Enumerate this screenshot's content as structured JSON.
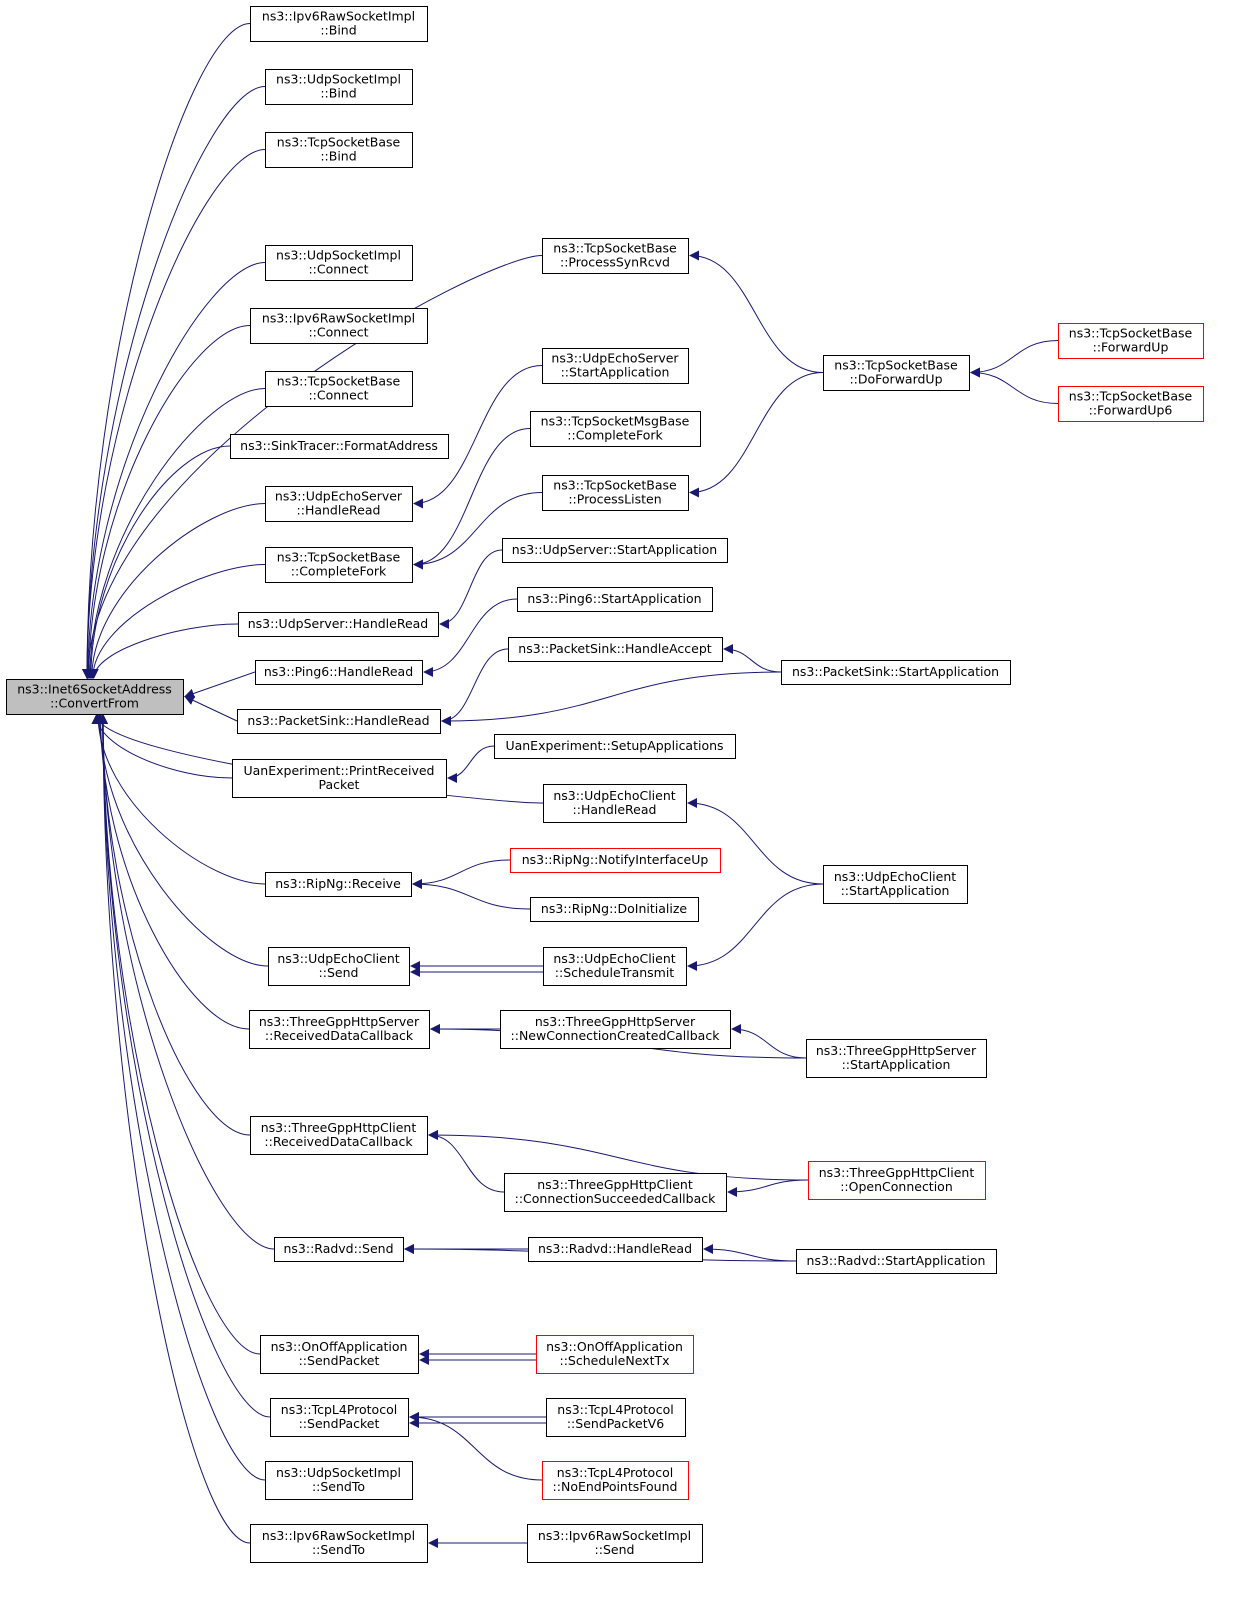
{
  "nodes": [
    {
      "id": "root",
      "lines": [
        "ns3::Inet6SocketAddress",
        "::ConvertFrom"
      ],
      "color": "root"
    },
    {
      "id": "ipv6raw_bind",
      "lines": [
        "ns3::Ipv6RawSocketImpl",
        "::Bind"
      ],
      "color": "black"
    },
    {
      "id": "udpsock_bind",
      "lines": [
        "ns3::UdpSocketImpl",
        "::Bind"
      ],
      "color": "black"
    },
    {
      "id": "tcpsb_bind",
      "lines": [
        "ns3::TcpSocketBase",
        "::Bind"
      ],
      "color": "black"
    },
    {
      "id": "tcpsb_processsynrcvd",
      "lines": [
        "ns3::TcpSocketBase",
        "::ProcessSynRcvd"
      ],
      "color": "black"
    },
    {
      "id": "udpsock_connect",
      "lines": [
        "ns3::UdpSocketImpl",
        "::Connect"
      ],
      "color": "black"
    },
    {
      "id": "ipv6raw_connect",
      "lines": [
        "ns3::Ipv6RawSocketImpl",
        "::Connect"
      ],
      "color": "black"
    },
    {
      "id": "tcpsb_connect",
      "lines": [
        "ns3::TcpSocketBase",
        "::Connect"
      ],
      "color": "black"
    },
    {
      "id": "sinktracer",
      "lines": [
        "ns3::SinkTracer::FormatAddress"
      ],
      "color": "black"
    },
    {
      "id": "udpechoserver_handleread",
      "lines": [
        "ns3::UdpEchoServer",
        "::HandleRead"
      ],
      "color": "black"
    },
    {
      "id": "udpechoserver_start",
      "lines": [
        "ns3::UdpEchoServer",
        "::StartApplication"
      ],
      "color": "black"
    },
    {
      "id": "tcpsb_doforwardup",
      "lines": [
        "ns3::TcpSocketBase",
        "::DoForwardUp"
      ],
      "color": "black"
    },
    {
      "id": "tcpsb_forwardup",
      "lines": [
        "ns3::TcpSocketBase",
        "::ForwardUp"
      ],
      "color": "red"
    },
    {
      "id": "tcpsb_forwardup6",
      "lines": [
        "ns3::TcpSocketBase",
        "::ForwardUp6"
      ],
      "color": "red"
    },
    {
      "id": "tcpsmb_completefork",
      "lines": [
        "ns3::TcpSocketMsgBase",
        "::CompleteFork"
      ],
      "color": "black"
    },
    {
      "id": "tcpsb_completefork",
      "lines": [
        "ns3::TcpSocketBase",
        "::CompleteFork"
      ],
      "color": "black"
    },
    {
      "id": "tcpsb_processlisten",
      "lines": [
        "ns3::TcpSocketBase",
        "::ProcessListen"
      ],
      "color": "black"
    },
    {
      "id": "udpserver_start",
      "lines": [
        "ns3::UdpServer::StartApplication"
      ],
      "color": "black"
    },
    {
      "id": "udpserver_handleread",
      "lines": [
        "ns3::UdpServer::HandleRead"
      ],
      "color": "black"
    },
    {
      "id": "ping6_start",
      "lines": [
        "ns3::Ping6::StartApplication"
      ],
      "color": "black"
    },
    {
      "id": "ping6_handleread",
      "lines": [
        "ns3::Ping6::HandleRead"
      ],
      "color": "black"
    },
    {
      "id": "packetsink_handleaccept",
      "lines": [
        "ns3::PacketSink::HandleAccept"
      ],
      "color": "black"
    },
    {
      "id": "packetsink_start",
      "lines": [
        "ns3::PacketSink::StartApplication"
      ],
      "color": "black"
    },
    {
      "id": "packetsink_handleread",
      "lines": [
        "ns3::PacketSink::HandleRead"
      ],
      "color": "black"
    },
    {
      "id": "uan_setup",
      "lines": [
        "UanExperiment::SetupApplications"
      ],
      "color": "black"
    },
    {
      "id": "uan_print",
      "lines": [
        "UanExperiment::PrintReceived",
        "Packet"
      ],
      "color": "black"
    },
    {
      "id": "udpechoclient_handleread",
      "lines": [
        "ns3::UdpEchoClient",
        "::HandleRead"
      ],
      "color": "black"
    },
    {
      "id": "udpechoclient_start",
      "lines": [
        "ns3::UdpEchoClient",
        "::StartApplication"
      ],
      "color": "black"
    },
    {
      "id": "ripng_notify",
      "lines": [
        "ns3::RipNg::NotifyInterfaceUp"
      ],
      "color": "red"
    },
    {
      "id": "ripng_receive",
      "lines": [
        "ns3::RipNg::Receive"
      ],
      "color": "black"
    },
    {
      "id": "ripng_doinit",
      "lines": [
        "ns3::RipNg::DoInitialize"
      ],
      "color": "black"
    },
    {
      "id": "udpechoclient_send",
      "lines": [
        "ns3::UdpEchoClient",
        "::Send"
      ],
      "color": "black"
    },
    {
      "id": "udpechoclient_schedule",
      "lines": [
        "ns3::UdpEchoClient",
        "::ScheduleTransmit"
      ],
      "color": "black"
    },
    {
      "id": "http_server_rdc",
      "lines": [
        "ns3::ThreeGppHttpServer",
        "::ReceivedDataCallback"
      ],
      "color": "black"
    },
    {
      "id": "http_server_ncc",
      "lines": [
        "ns3::ThreeGppHttpServer",
        "::NewConnectionCreatedCallback"
      ],
      "color": "black"
    },
    {
      "id": "http_server_start",
      "lines": [
        "ns3::ThreeGppHttpServer",
        "::StartApplication"
      ],
      "color": "black"
    },
    {
      "id": "http_client_rdc",
      "lines": [
        "ns3::ThreeGppHttpClient",
        "::ReceivedDataCallback"
      ],
      "color": "black"
    },
    {
      "id": "http_client_open",
      "lines": [
        "ns3::ThreeGppHttpClient",
        "::OpenConnection"
      ],
      "color": "red"
    },
    {
      "id": "http_client_csc",
      "lines": [
        "ns3::ThreeGppHttpClient",
        "::ConnectionSucceededCallback"
      ],
      "color": "black"
    },
    {
      "id": "radvd_send",
      "lines": [
        "ns3::Radvd::Send"
      ],
      "color": "black"
    },
    {
      "id": "radvd_handleread",
      "lines": [
        "ns3::Radvd::HandleRead"
      ],
      "color": "black"
    },
    {
      "id": "radvd_start",
      "lines": [
        "ns3::Radvd::StartApplication"
      ],
      "color": "black"
    },
    {
      "id": "onoff_sendpacket",
      "lines": [
        "ns3::OnOffApplication",
        "::SendPacket"
      ],
      "color": "black"
    },
    {
      "id": "onoff_schedule",
      "lines": [
        "ns3::OnOffApplication",
        "::ScheduleNextTx"
      ],
      "color": "red"
    },
    {
      "id": "tcpl4_sendpacket",
      "lines": [
        "ns3::TcpL4Protocol",
        "::SendPacket"
      ],
      "color": "black"
    },
    {
      "id": "tcpl4_sendpacketv6",
      "lines": [
        "ns3::TcpL4Protocol",
        "::SendPacketV6"
      ],
      "color": "black"
    },
    {
      "id": "tcpl4_noendpoints",
      "lines": [
        "ns3::TcpL4Protocol",
        "::NoEndPointsFound"
      ],
      "color": "red"
    },
    {
      "id": "udpsock_sendto",
      "lines": [
        "ns3::UdpSocketImpl",
        "::SendTo"
      ],
      "color": "black"
    },
    {
      "id": "ipv6raw_sendto",
      "lines": [
        "ns3::Ipv6RawSocketImpl",
        "::SendTo"
      ],
      "color": "black"
    },
    {
      "id": "ipv6raw_send",
      "lines": [
        "ns3::Ipv6RawSocketImpl",
        "::Send"
      ],
      "color": "black"
    }
  ],
  "edges": [
    [
      "root",
      "ipv6raw_bind"
    ],
    [
      "root",
      "udpsock_bind"
    ],
    [
      "root",
      "tcpsb_bind"
    ],
    [
      "root",
      "tcpsb_processsynrcvd"
    ],
    [
      "root",
      "udpsock_connect"
    ],
    [
      "root",
      "ipv6raw_connect"
    ],
    [
      "root",
      "tcpsb_connect"
    ],
    [
      "root",
      "sinktracer"
    ],
    [
      "root",
      "udpechoserver_handleread"
    ],
    [
      "root",
      "tcpsb_completefork"
    ],
    [
      "root",
      "udpserver_handleread"
    ],
    [
      "root",
      "ping6_handleread"
    ],
    [
      "root",
      "packetsink_handleread"
    ],
    [
      "root",
      "uan_print"
    ],
    [
      "root",
      "udpechoclient_handleread"
    ],
    [
      "root",
      "ripng_receive"
    ],
    [
      "root",
      "udpechoclient_send"
    ],
    [
      "root",
      "http_server_rdc"
    ],
    [
      "root",
      "http_client_rdc"
    ],
    [
      "root",
      "radvd_send"
    ],
    [
      "root",
      "onoff_sendpacket"
    ],
    [
      "root",
      "tcpl4_sendpacket"
    ],
    [
      "root",
      "udpsock_sendto"
    ],
    [
      "root",
      "ipv6raw_sendto"
    ],
    [
      "tcpsb_processsynrcvd",
      "tcpsb_doforwardup"
    ],
    [
      "tcpsb_doforwardup",
      "tcpsb_forwardup"
    ],
    [
      "tcpsb_doforwardup",
      "tcpsb_forwardup6"
    ],
    [
      "udpechoserver_handleread",
      "udpechoserver_start"
    ],
    [
      "tcpsb_completefork",
      "tcpsmb_completefork"
    ],
    [
      "tcpsb_completefork",
      "tcpsb_processlisten"
    ],
    [
      "tcpsb_processlisten",
      "tcpsb_doforwardup"
    ],
    [
      "udpserver_handleread",
      "udpserver_start"
    ],
    [
      "ping6_handleread",
      "ping6_start"
    ],
    [
      "packetsink_handleread",
      "packetsink_handleaccept"
    ],
    [
      "packetsink_handleread",
      "packetsink_start"
    ],
    [
      "packetsink_handleaccept",
      "packetsink_start"
    ],
    [
      "uan_print",
      "uan_setup"
    ],
    [
      "udpechoclient_handleread",
      "udpechoclient_start"
    ],
    [
      "ripng_receive",
      "ripng_notify"
    ],
    [
      "ripng_receive",
      "ripng_doinit"
    ],
    [
      "udpechoclient_send",
      "udpechoclient_schedule"
    ],
    [
      "udpechoclient_schedule",
      "udpechoclient_send"
    ],
    [
      "udpechoclient_schedule",
      "udpechoclient_start"
    ],
    [
      "http_server_rdc",
      "http_server_ncc"
    ],
    [
      "http_server_rdc",
      "http_server_start"
    ],
    [
      "http_server_ncc",
      "http_server_start"
    ],
    [
      "http_client_rdc",
      "http_client_open"
    ],
    [
      "http_client_rdc",
      "http_client_csc"
    ],
    [
      "http_client_csc",
      "http_client_open"
    ],
    [
      "radvd_send",
      "radvd_handleread"
    ],
    [
      "radvd_send",
      "radvd_start"
    ],
    [
      "radvd_handleread",
      "radvd_start"
    ],
    [
      "onoff_sendpacket",
      "onoff_schedule"
    ],
    [
      "onoff_schedule",
      "onoff_sendpacket"
    ],
    [
      "tcpl4_sendpacket",
      "tcpl4_sendpacketv6"
    ],
    [
      "tcpl4_sendpacketv6",
      "tcpl4_sendpacket"
    ],
    [
      "tcpl4_sendpacket",
      "tcpl4_noendpoints"
    ],
    [
      "ipv6raw_sendto",
      "ipv6raw_send"
    ]
  ],
  "colors": {
    "edge": "#191970",
    "border": "#000000",
    "highlight_border": "#ff0000",
    "root_fill": "#bfbfbf"
  }
}
